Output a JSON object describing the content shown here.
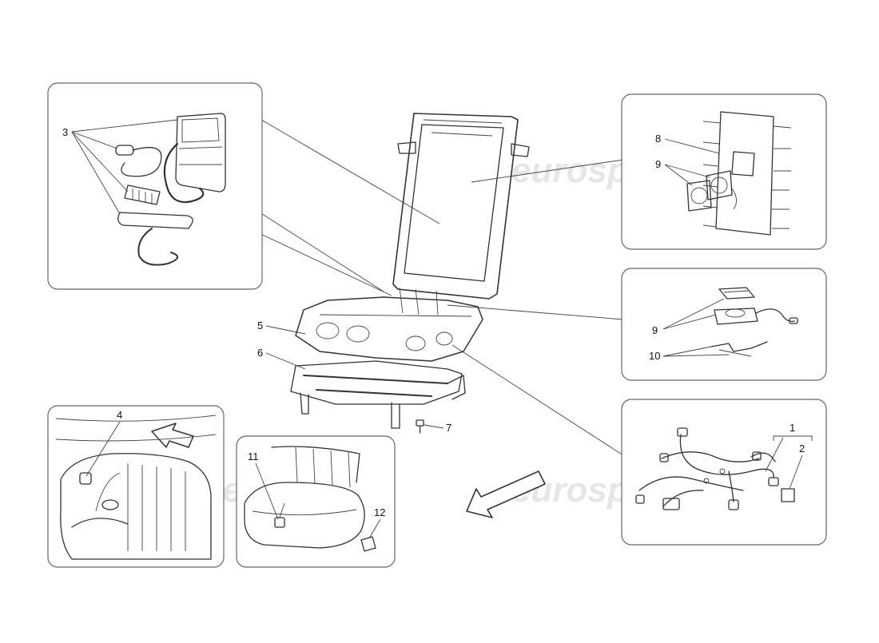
{
  "watermark": "eurospares",
  "callouts": {
    "c1": "1",
    "c2": "2",
    "c3": "3",
    "c4": "4",
    "c5": "5",
    "c6": "6",
    "c7": "7",
    "c8": "8",
    "c9a": "9",
    "c9b": "9",
    "c10": "10",
    "c11": "11",
    "c12": "12"
  }
}
